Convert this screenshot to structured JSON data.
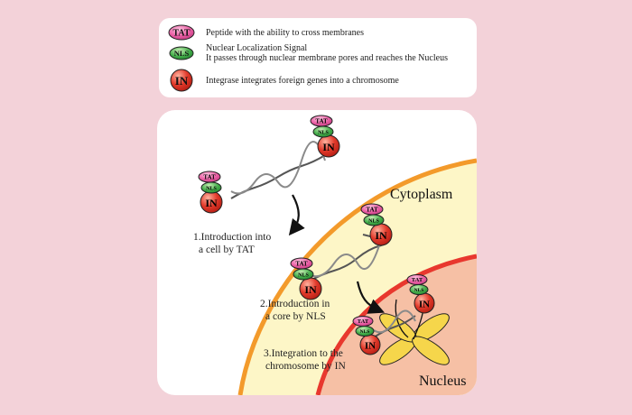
{
  "legend": {
    "tat": {
      "badge": "TAT",
      "text": "Peptide with the ability to cross membranes"
    },
    "nls": {
      "badge": "NLS",
      "text_line1": "Nuclear Localization Signal",
      "text_line2": "It passes through nuclear membrane pores and reaches the Nucleus"
    },
    "in": {
      "badge": "IN",
      "text": "Integrase integrates foreign genes into a chromosome"
    }
  },
  "diagram": {
    "cytoplasm_label": "Cytoplasm",
    "nucleus_label": "Nucleus",
    "step1": {
      "line1": "1.Introduction into",
      "line2": "a cell by TAT"
    },
    "step2": {
      "line1": "2.Introduction in",
      "line2": "a core by NLS"
    },
    "step3": {
      "line1": "3.Integration to the",
      "line2": "chromosome by IN"
    },
    "tat_small": "TAT",
    "nls_small": "NLS",
    "in_small": "IN"
  },
  "colors": {
    "background": "#f3d2d9",
    "tat": "#e9569c",
    "nls": "#3aa845",
    "in": "#e03a2c",
    "cytoplasm": "#fdf6c7",
    "cell_membrane": "#f39a2b",
    "nucleus": "#f6c0a5",
    "nuclear_membrane": "#e8382e",
    "chromosome": "#f6d64b"
  }
}
